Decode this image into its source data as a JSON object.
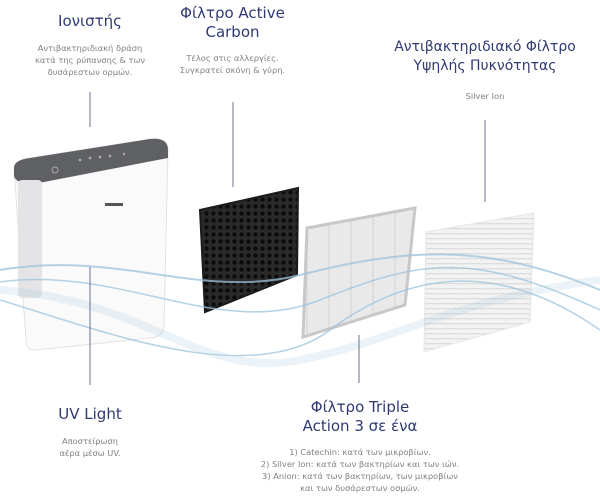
{
  "colors": {
    "heading": "#2f3a73",
    "body": "#808080",
    "leader": "#6a7090",
    "wave": "#9cc3dd"
  },
  "ionizer": {
    "title": "Ιονιστής",
    "desc": [
      "Αντιβακτηριδιακή δράση",
      "κατά της ρύπανσης & των",
      "δυσάρεστων ορμών."
    ]
  },
  "carbon": {
    "title": [
      "Φίλτρο Active",
      "Carbon"
    ],
    "desc": [
      "Τέλος στις αλλεργίες.",
      "Συγκρατεί σκόνη & γύρη."
    ]
  },
  "hepa": {
    "title": [
      "Αντιβακτηριδιακό Φίλτρο",
      "Υψηλής Πυκνότητας"
    ],
    "desc": "Silver Ion"
  },
  "uv": {
    "title": "UV Light",
    "desc": [
      "Αποστείρωση",
      "αέρα μέσω UV."
    ]
  },
  "triple": {
    "title": [
      "Φίλτρο Triple",
      "Action 3 σε ένα"
    ],
    "desc": [
      "1) Catechin: κατά των μικροβίων.",
      "2) Silver Ion: κατά των βακτηρίων και των ιών.",
      "3) Anion: κατά των βακτηρίων, των μικροβίων",
      "και των δυσάρεστων οσμών."
    ]
  }
}
